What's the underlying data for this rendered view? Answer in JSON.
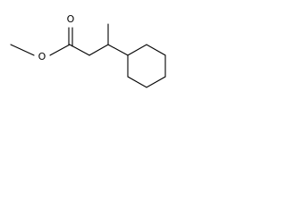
{
  "molecule": {
    "atoms": [
      {
        "id": "o_carbonyl",
        "label": "O"
      },
      {
        "id": "o_ester",
        "label": "O"
      }
    ],
    "colors": {
      "bond": "#000000",
      "label": "#000000",
      "background": "#ffffff"
    }
  }
}
